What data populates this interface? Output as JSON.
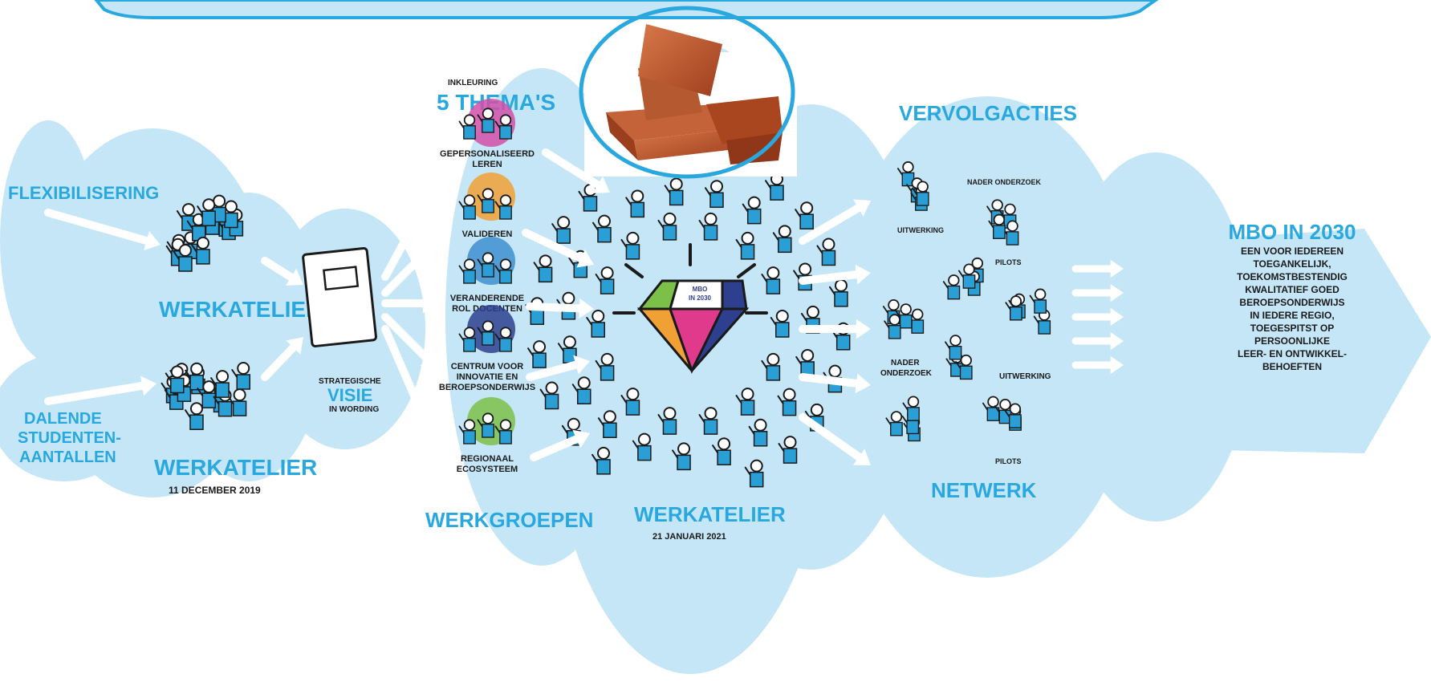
{
  "left": {
    "input1": "FLEXIBILISERING",
    "input2": [
      "DALENDE",
      "STUDENTEN-",
      "AANTALLEN"
    ],
    "werkatelier1": "WERKATELIER",
    "werkatelier2": "WERKATELIER",
    "werkatelier2_date": "11 DECEMBER 2019"
  },
  "visie": {
    "line1": "STRATEGISCHE",
    "line2": "VISIE",
    "line3": "IN WORDING"
  },
  "themas": {
    "intro": "INKLEURING",
    "title": "5 THEMA'S",
    "items": [
      {
        "lines": [
          "GEPERSONALISEERD",
          "LEREN"
        ],
        "color": "#d24fa8"
      },
      {
        "lines": [
          "VALIDEREN"
        ],
        "color": "#f0a035"
      },
      {
        "lines": [
          "VERANDERENDE",
          "ROL DOCENTEN"
        ],
        "color": "#3d8fd0"
      },
      {
        "lines": [
          "CENTRUM VOOR",
          "INNOVATIE EN",
          "BEROEPSONDERWIJS"
        ],
        "color": "#2e3f8f"
      },
      {
        "lines": [
          "REGIONAAL",
          "ECOSYSTEEM"
        ],
        "color": "#7cc04a"
      }
    ],
    "footer": "WERKGROEPEN"
  },
  "center": {
    "diamond_label": [
      "MBO",
      "IN 2030"
    ],
    "title": "WERKATELIER",
    "date": "21 JANUARI 2021"
  },
  "right": {
    "title": "VERVOLGACTIES",
    "labels": {
      "nader1": "NADER ONDERZOEK",
      "uitwerking1": "UITWERKING",
      "pilots1": "PILOTS",
      "nader2": [
        "NADER",
        "ONDERZOEK"
      ],
      "uitwerking2": "UITWERKING",
      "pilots2": "PILOTS"
    },
    "footer": "NETWERK"
  },
  "final": {
    "title": "MBO IN 2030",
    "lines": [
      "EEN VOOR IEDEREEN",
      "TOEGANKELIJK,",
      "TOEKOMSTBESTENDIG",
      "KWALITATIEF GOED",
      "BEROEPSONDERWIJS",
      "IN IEDERE REGIO,",
      "TOEGESPITST OP",
      "PERSOONLIJKE",
      "LEER- EN ONTWIKKEL-",
      "BEHOEFTEN"
    ]
  },
  "colors": {
    "cloud": "#c5e6f6",
    "accent": "#29a8df",
    "figure_body": "#2a9fd6",
    "brick": "#b8532b"
  }
}
